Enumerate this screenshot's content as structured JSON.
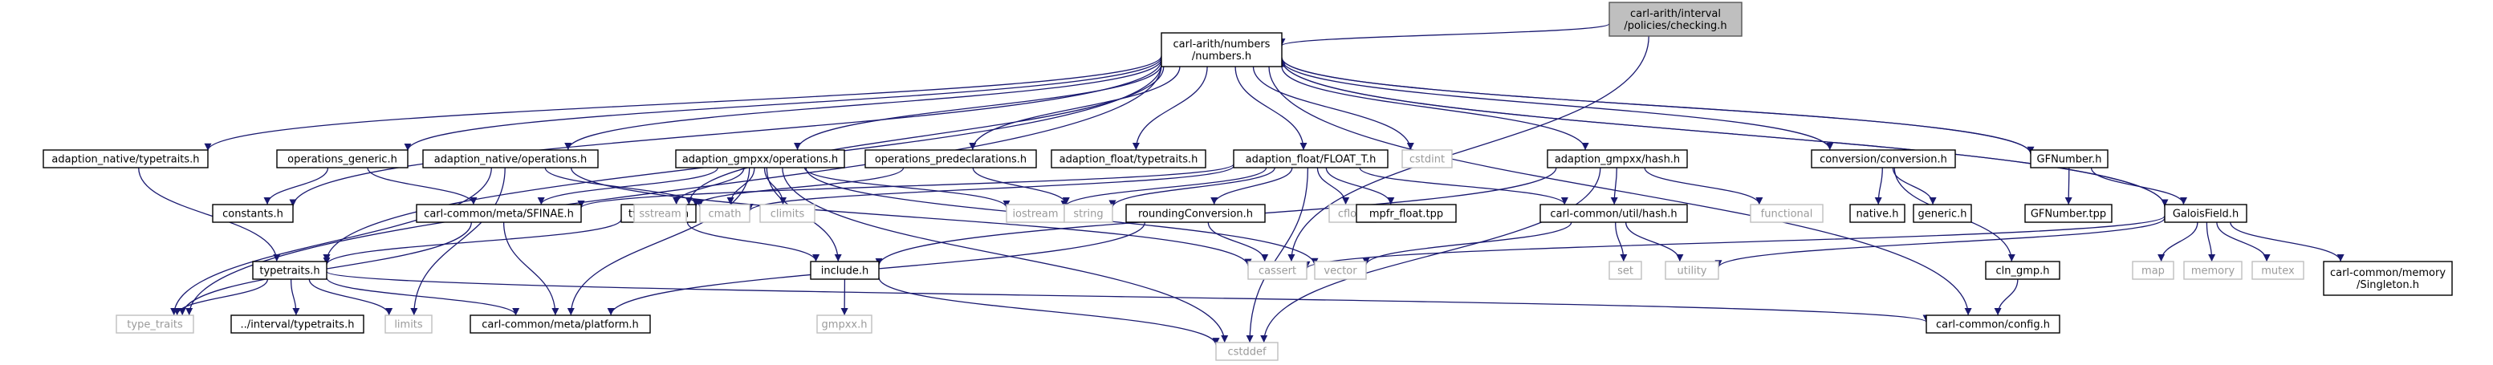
{
  "nodes": [
    {
      "id": "root",
      "lines": [
        "carl-arith/interval",
        "/policies/checking.h"
      ],
      "kind": "root"
    },
    {
      "id": "numbers",
      "lines": [
        "carl-arith/numbers",
        "/numbers.h"
      ],
      "kind": "internal"
    },
    {
      "id": "adnat_tt",
      "lines": [
        "adaption_native/typetraits.h"
      ],
      "kind": "internal"
    },
    {
      "id": "opgen",
      "lines": [
        "operations_generic.h"
      ],
      "kind": "internal"
    },
    {
      "id": "adnat_ops",
      "lines": [
        "adaption_native/operations.h"
      ],
      "kind": "internal"
    },
    {
      "id": "adgmp_ops",
      "lines": [
        "adaption_gmpxx/operations.h"
      ],
      "kind": "internal"
    },
    {
      "id": "oppred",
      "lines": [
        "operations_predeclarations.h"
      ],
      "kind": "internal"
    },
    {
      "id": "adfl_tt",
      "lines": [
        "adaption_float/typetraits.h"
      ],
      "kind": "internal"
    },
    {
      "id": "adfl_float",
      "lines": [
        "adaption_float/FLOAT_T.h"
      ],
      "kind": "internal"
    },
    {
      "id": "cstdint",
      "lines": [
        "cstdint"
      ],
      "kind": "external"
    },
    {
      "id": "adgmp_hash",
      "lines": [
        "adaption_gmpxx/hash.h"
      ],
      "kind": "internal"
    },
    {
      "id": "conv",
      "lines": [
        "conversion/conversion.h"
      ],
      "kind": "internal"
    },
    {
      "id": "gfnum",
      "lines": [
        "GFNumber.h"
      ],
      "kind": "internal"
    },
    {
      "id": "constants",
      "lines": [
        "constants.h"
      ],
      "kind": "internal"
    },
    {
      "id": "sfinae",
      "lines": [
        "carl-common/meta/SFINAE.h"
      ],
      "kind": "internal"
    },
    {
      "id": "typetraits_mid",
      "lines": [
        "typetraits.h"
      ],
      "kind": "internal"
    },
    {
      "id": "sstream",
      "lines": [
        "sstream"
      ],
      "kind": "external"
    },
    {
      "id": "cmath",
      "lines": [
        "cmath"
      ],
      "kind": "external"
    },
    {
      "id": "climits",
      "lines": [
        "climits"
      ],
      "kind": "external"
    },
    {
      "id": "iostream",
      "lines": [
        "iostream"
      ],
      "kind": "external"
    },
    {
      "id": "string",
      "lines": [
        "string"
      ],
      "kind": "external"
    },
    {
      "id": "rounding",
      "lines": [
        "roundingConversion.h"
      ],
      "kind": "internal"
    },
    {
      "id": "cfloat",
      "lines": [
        "cfloat"
      ],
      "kind": "external"
    },
    {
      "id": "mpfr",
      "lines": [
        "mpfr_float.tpp"
      ],
      "kind": "internal"
    },
    {
      "id": "hash",
      "lines": [
        "carl-common/util/hash.h"
      ],
      "kind": "internal"
    },
    {
      "id": "functional",
      "lines": [
        "functional"
      ],
      "kind": "external"
    },
    {
      "id": "nativeh",
      "lines": [
        "native.h"
      ],
      "kind": "internal"
    },
    {
      "id": "genericH",
      "lines": [
        "generic.h"
      ],
      "kind": "internal"
    },
    {
      "id": "gftpp",
      "lines": [
        "GFNumber.tpp"
      ],
      "kind": "internal"
    },
    {
      "id": "galois",
      "lines": [
        "GaloisField.h"
      ],
      "kind": "internal"
    },
    {
      "id": "typetraits_low",
      "lines": [
        "typetraits.h"
      ],
      "kind": "internal"
    },
    {
      "id": "includeh",
      "lines": [
        "include.h"
      ],
      "kind": "internal"
    },
    {
      "id": "cassert",
      "lines": [
        "cassert"
      ],
      "kind": "external"
    },
    {
      "id": "vector",
      "lines": [
        "vector"
      ],
      "kind": "external"
    },
    {
      "id": "set",
      "lines": [
        "set"
      ],
      "kind": "external"
    },
    {
      "id": "utility",
      "lines": [
        "utility"
      ],
      "kind": "external"
    },
    {
      "id": "clngmp",
      "lines": [
        "cln_gmp.h"
      ],
      "kind": "internal"
    },
    {
      "id": "map",
      "lines": [
        "map"
      ],
      "kind": "external"
    },
    {
      "id": "memory",
      "lines": [
        "memory"
      ],
      "kind": "external"
    },
    {
      "id": "mutex",
      "lines": [
        "mutex"
      ],
      "kind": "external"
    },
    {
      "id": "singleton",
      "lines": [
        "carl-common/memory",
        "/Singleton.h"
      ],
      "kind": "internal"
    },
    {
      "id": "type_traits",
      "lines": [
        "type_traits"
      ],
      "kind": "external"
    },
    {
      "id": "ivtt",
      "lines": [
        "../interval/typetraits.h"
      ],
      "kind": "internal"
    },
    {
      "id": "limits",
      "lines": [
        "limits"
      ],
      "kind": "external"
    },
    {
      "id": "platform",
      "lines": [
        "carl-common/meta/platform.h"
      ],
      "kind": "internal"
    },
    {
      "id": "gmpxx",
      "lines": [
        "gmpxx.h"
      ],
      "kind": "external"
    },
    {
      "id": "cstddef",
      "lines": [
        "cstddef"
      ],
      "kind": "external"
    },
    {
      "id": "config",
      "lines": [
        "carl-common/config.h"
      ],
      "kind": "internal"
    }
  ],
  "edges": [
    [
      "root",
      "numbers"
    ],
    [
      "root",
      "cassert"
    ],
    [
      "numbers",
      "adnat_tt"
    ],
    [
      "numbers",
      "opgen"
    ],
    [
      "numbers",
      "adnat_ops"
    ],
    [
      "numbers",
      "adgmp_ops"
    ],
    [
      "numbers",
      "oppred"
    ],
    [
      "numbers",
      "adfl_tt"
    ],
    [
      "numbers",
      "adfl_float"
    ],
    [
      "numbers",
      "cstdint"
    ],
    [
      "numbers",
      "adgmp_hash"
    ],
    [
      "numbers",
      "conv"
    ],
    [
      "numbers",
      "gfnum"
    ],
    [
      "numbers",
      "galois"
    ],
    [
      "numbers",
      "constants"
    ],
    [
      "numbers",
      "typetraits_mid"
    ],
    [
      "numbers",
      "typetraits_low"
    ],
    [
      "numbers",
      "type_traits"
    ],
    [
      "numbers",
      "config"
    ],
    [
      "adnat_tt",
      "typetraits_low"
    ],
    [
      "opgen",
      "constants"
    ],
    [
      "opgen",
      "sfinae"
    ],
    [
      "adnat_ops",
      "cmath"
    ],
    [
      "adnat_ops",
      "type_traits"
    ],
    [
      "adnat_ops",
      "limits"
    ],
    [
      "adnat_ops",
      "cassert"
    ],
    [
      "adgmp_ops",
      "sfinae"
    ],
    [
      "adgmp_ops",
      "sstream"
    ],
    [
      "adgmp_ops",
      "cmath"
    ],
    [
      "adgmp_ops",
      "climits"
    ],
    [
      "adgmp_ops",
      "iostream"
    ],
    [
      "adgmp_ops",
      "includeh"
    ],
    [
      "adgmp_ops",
      "vector"
    ],
    [
      "adgmp_ops",
      "cstddef"
    ],
    [
      "adgmp_ops",
      "platform"
    ],
    [
      "oppred",
      "typetraits_mid"
    ],
    [
      "oppred",
      "string"
    ],
    [
      "adfl_float",
      "sfinae"
    ],
    [
      "adfl_float",
      "cmath"
    ],
    [
      "adfl_float",
      "iostream"
    ],
    [
      "adfl_float",
      "string"
    ],
    [
      "adfl_float",
      "rounding"
    ],
    [
      "adfl_float",
      "cfloat"
    ],
    [
      "adfl_float",
      "mpfr"
    ],
    [
      "adfl_float",
      "hash"
    ],
    [
      "adfl_float",
      "cstddef"
    ],
    [
      "adgmp_hash",
      "hash"
    ],
    [
      "adgmp_hash",
      "functional"
    ],
    [
      "adgmp_hash",
      "includeh"
    ],
    [
      "adgmp_hash",
      "cstddef"
    ],
    [
      "conv",
      "nativeh"
    ],
    [
      "conv",
      "genericH"
    ],
    [
      "conv",
      "clngmp"
    ],
    [
      "gfnum",
      "gftpp"
    ],
    [
      "gfnum",
      "galois"
    ],
    [
      "gfnum",
      "numbers"
    ],
    [
      "galois",
      "numbers"
    ],
    [
      "galois",
      "cassert"
    ],
    [
      "galois",
      "utility"
    ],
    [
      "galois",
      "map"
    ],
    [
      "galois",
      "memory"
    ],
    [
      "galois",
      "mutex"
    ],
    [
      "galois",
      "singleton"
    ],
    [
      "sfinae",
      "type_traits"
    ],
    [
      "sfinae",
      "platform"
    ],
    [
      "typetraits_mid",
      "typetraits_low"
    ],
    [
      "typetraits_mid",
      "includeh"
    ],
    [
      "typetraits_low",
      "type_traits"
    ],
    [
      "typetraits_low",
      "ivtt"
    ],
    [
      "typetraits_low",
      "limits"
    ],
    [
      "typetraits_low",
      "platform"
    ],
    [
      "typetraits_low",
      "config"
    ],
    [
      "includeh",
      "gmpxx"
    ],
    [
      "includeh",
      "cstddef"
    ],
    [
      "rounding",
      "cassert"
    ],
    [
      "rounding",
      "platform"
    ],
    [
      "hash",
      "vector"
    ],
    [
      "hash",
      "set"
    ],
    [
      "hash",
      "utility"
    ],
    [
      "clngmp",
      "config"
    ]
  ],
  "colors": {
    "edge": "#191970",
    "root_fill": "#bfbfbf",
    "external_border": "#bfbfbf",
    "external_text": "#9a9a9a"
  }
}
